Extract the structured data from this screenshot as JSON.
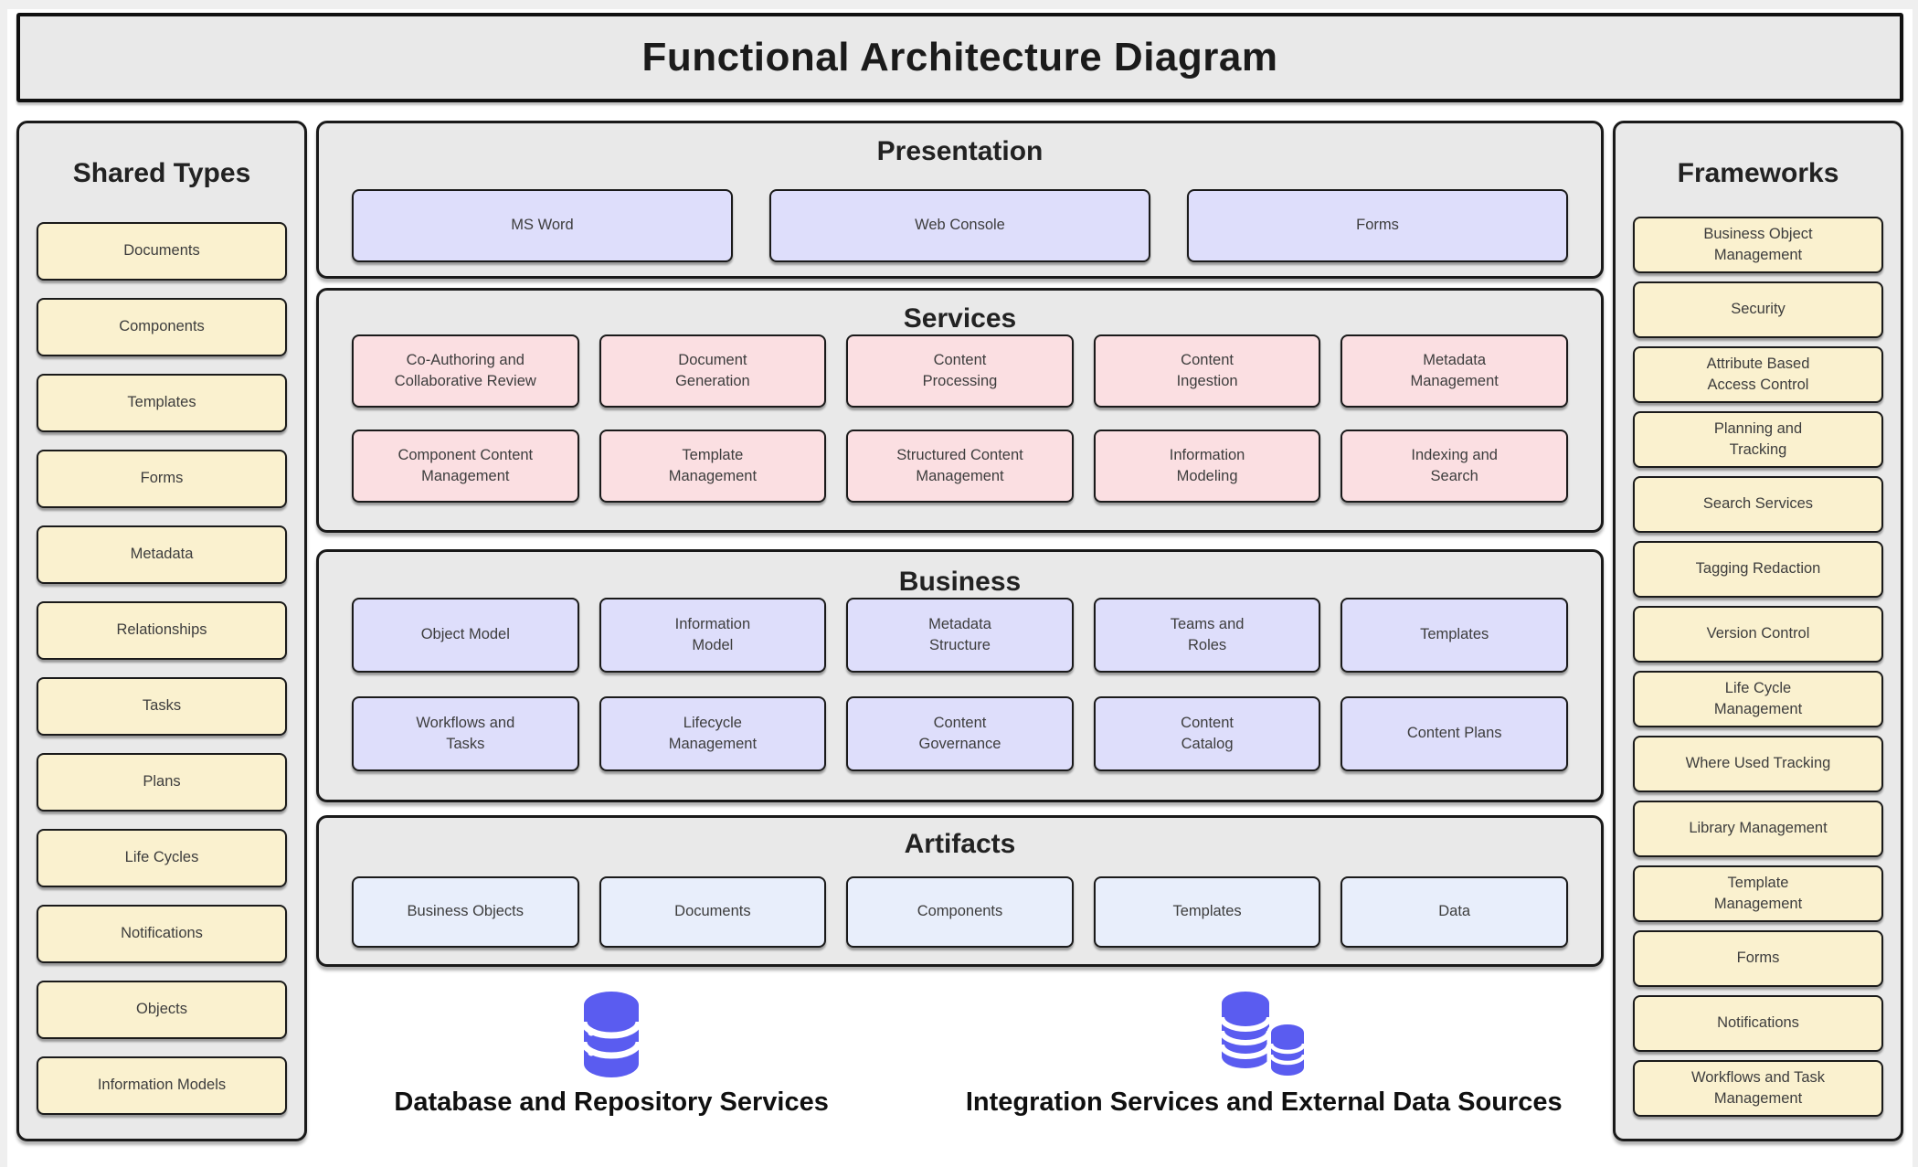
{
  "title": "Functional Architecture Diagram",
  "colors": {
    "yellow": "#faf1cf",
    "pink": "#fbdfe2",
    "lavender": "#dedefb",
    "light_blue": "#e8eefb",
    "icon_blue": "#5a5cf0"
  },
  "left_sidebar": {
    "title": "Shared Types",
    "items": [
      "Documents",
      "Components",
      "Templates",
      "Forms",
      "Metadata",
      "Relationships",
      "Tasks",
      "Plans",
      "Life Cycles",
      "Notifications",
      "Objects",
      "Information Models"
    ]
  },
  "right_sidebar": {
    "title": "Frameworks",
    "items": [
      "Business Object\nManagement",
      "Security",
      "Attribute Based\nAccess Control",
      "Planning and\nTracking",
      "Search Services",
      "Tagging Redaction",
      "Version Control",
      "Life Cycle\nManagement",
      "Where Used Tracking",
      "Library Management",
      "Template\nManagement",
      "Forms",
      "Notifications",
      "Workflows and Task\nManagement"
    ]
  },
  "sections": [
    {
      "id": "presentation",
      "title": "Presentation",
      "box_color": "lavender",
      "rows": [
        [
          "MS Word",
          "Web Console",
          "Forms"
        ]
      ]
    },
    {
      "id": "services",
      "title": "Services",
      "box_color": "pink",
      "rows": [
        [
          "Co-Authoring and\nCollaborative Review",
          "Document\nGeneration",
          "Content\nProcessing",
          "Content\nIngestion",
          "Metadata\nManagement"
        ],
        [
          "Component Content\nManagement",
          "Template\nManagement",
          "Structured Content\nManagement",
          "Information\nModeling",
          "Indexing and\nSearch"
        ]
      ]
    },
    {
      "id": "business",
      "title": "Business",
      "box_color": "lavender",
      "rows": [
        [
          "Object Model",
          "Information\nModel",
          "Metadata\nStructure",
          "Teams and\nRoles",
          "Templates"
        ],
        [
          "Workflows and\nTasks",
          "Lifecycle\nManagement",
          "Content\nGovernance",
          "Content\nCatalog",
          "Content Plans"
        ]
      ]
    },
    {
      "id": "artifacts",
      "title": "Artifacts",
      "box_color": "light_blue",
      "rows": [
        [
          "Business Objects",
          "Documents",
          "Components",
          "Templates",
          "Data"
        ]
      ]
    }
  ],
  "footer": {
    "items": [
      {
        "icon": "database-icon",
        "label": "Database and Repository Services"
      },
      {
        "icon": "integration-databases-icon",
        "label": "Integration Services and External Data Sources"
      }
    ]
  }
}
